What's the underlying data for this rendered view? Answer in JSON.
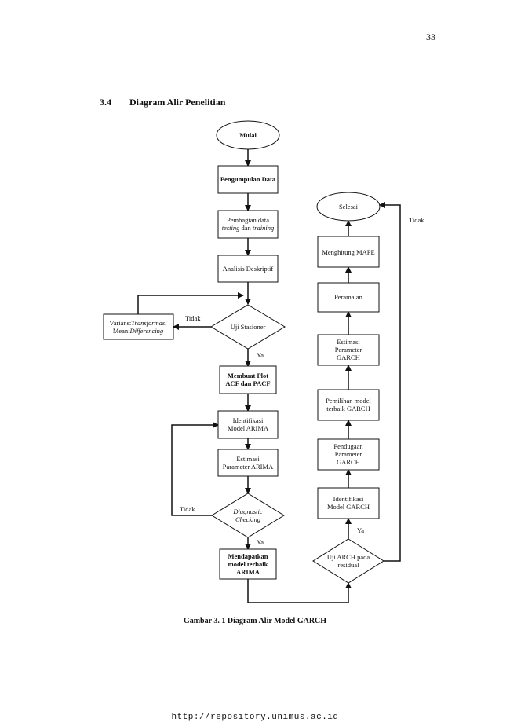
{
  "page_number": "33",
  "section": {
    "number": "3.4",
    "title": "Diagram Alir Penelitian"
  },
  "nodes": {
    "mulai": {
      "lines": [
        {
          "segs": [
            {
              "t": "Mulai"
            }
          ]
        }
      ]
    },
    "pengumpulan": {
      "lines": [
        {
          "segs": [
            {
              "t": "Pengumpulan Data"
            }
          ]
        }
      ]
    },
    "pembagian": {
      "lines": [
        {
          "segs": [
            {
              "t": "Pembagian data"
            }
          ]
        },
        {
          "segs": [
            {
              "t": "testing",
              "i": true
            },
            {
              "t": " dan "
            },
            {
              "t": "training",
              "i": true
            }
          ]
        }
      ]
    },
    "analisis": {
      "lines": [
        {
          "segs": [
            {
              "t": "Analisis Deskriptif"
            }
          ]
        }
      ]
    },
    "uji_stasioner": {
      "lines": [
        {
          "segs": [
            {
              "t": "Uji Stasioner"
            }
          ]
        }
      ]
    },
    "transformasi": {
      "lines": [
        {
          "segs": [
            {
              "t": "Varians:"
            },
            {
              "t": "Transformasi",
              "i": true
            }
          ]
        },
        {
          "segs": [
            {
              "t": "Mean:"
            },
            {
              "t": "Differencing",
              "i": true
            }
          ]
        }
      ]
    },
    "plot": {
      "lines": [
        {
          "segs": [
            {
              "t": "Membuat Plot"
            }
          ]
        },
        {
          "segs": [
            {
              "t": "ACF dan PACF"
            }
          ]
        }
      ]
    },
    "ident_arima": {
      "lines": [
        {
          "segs": [
            {
              "t": "Identifikasi"
            }
          ]
        },
        {
          "segs": [
            {
              "t": "Model ARIMA"
            }
          ]
        }
      ]
    },
    "estimasi_arima": {
      "lines": [
        {
          "segs": [
            {
              "t": "Estimasi"
            }
          ]
        },
        {
          "segs": [
            {
              "t": "Parameter ARIMA"
            }
          ]
        }
      ]
    },
    "diagnostic": {
      "lines": [
        {
          "segs": [
            {
              "t": "Diagnostic",
              "i": true
            }
          ]
        },
        {
          "segs": [
            {
              "t": "Checking",
              "i": true
            }
          ]
        }
      ]
    },
    "arima_terbaik": {
      "lines": [
        {
          "segs": [
            {
              "t": "Mendapatkan"
            }
          ]
        },
        {
          "segs": [
            {
              "t": "model terbaik"
            }
          ]
        },
        {
          "segs": [
            {
              "t": "ARIMA"
            }
          ]
        }
      ]
    },
    "uji_arch": {
      "lines": [
        {
          "segs": [
            {
              "t": "Uji ARCH pada"
            }
          ]
        },
        {
          "segs": [
            {
              "t": "residual"
            }
          ]
        }
      ]
    },
    "ident_garch": {
      "lines": [
        {
          "segs": [
            {
              "t": "Identifikasi"
            }
          ]
        },
        {
          "segs": [
            {
              "t": "Model GARCH"
            }
          ]
        }
      ]
    },
    "pendugaan": {
      "lines": [
        {
          "segs": [
            {
              "t": "Pendugaan"
            }
          ]
        },
        {
          "segs": [
            {
              "t": "Parameter"
            }
          ]
        },
        {
          "segs": [
            {
              "t": "GARCH"
            }
          ]
        }
      ]
    },
    "pemilihan": {
      "lines": [
        {
          "segs": [
            {
              "t": "Pemilihan model"
            }
          ]
        },
        {
          "segs": [
            {
              "t": "terbaik GARCH"
            }
          ]
        }
      ]
    },
    "estimasi_garch": {
      "lines": [
        {
          "segs": [
            {
              "t": "Estimasi"
            }
          ]
        },
        {
          "segs": [
            {
              "t": "Parameter"
            }
          ]
        },
        {
          "segs": [
            {
              "t": "GARCH"
            }
          ]
        }
      ]
    },
    "peramalan": {
      "lines": [
        {
          "segs": [
            {
              "t": "Peramalan"
            }
          ]
        }
      ]
    },
    "mape": {
      "lines": [
        {
          "segs": [
            {
              "t": "Menghitung MAPE"
            }
          ]
        }
      ]
    },
    "selesai": {
      "lines": [
        {
          "segs": [
            {
              "t": "Selesai"
            }
          ]
        }
      ]
    }
  },
  "edge_labels": {
    "tidak_stasioner": "Tidak",
    "ya_stasioner": "Ya",
    "tidak_diagnostic": "Tidak",
    "ya_diagnostic": "Ya",
    "ya_arch": "Ya",
    "tidak_arch": "Tidak"
  },
  "caption": "Gambar 3. 1 Diagram Alir Model GARCH",
  "footer_url": "http://repository.unimus.ac.id"
}
